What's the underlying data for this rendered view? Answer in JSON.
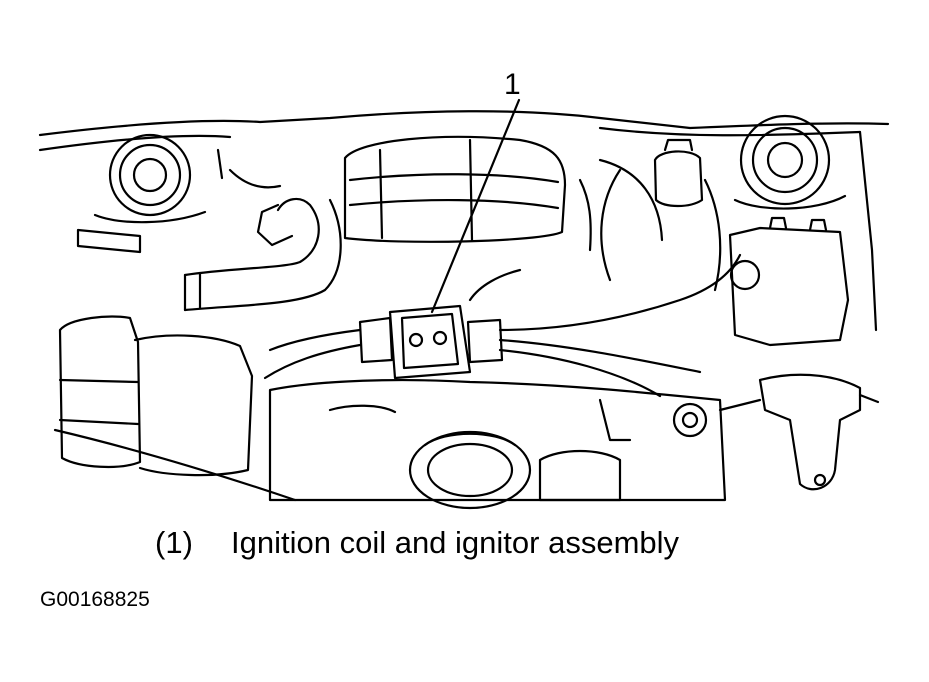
{
  "diagram": {
    "callout_number": "1",
    "caption_number": "(1)",
    "caption_text": "Ignition coil and ignitor assembly",
    "figure_id": "G00168825"
  },
  "colors": {
    "ink": "#000000",
    "paper": "#ffffff"
  }
}
